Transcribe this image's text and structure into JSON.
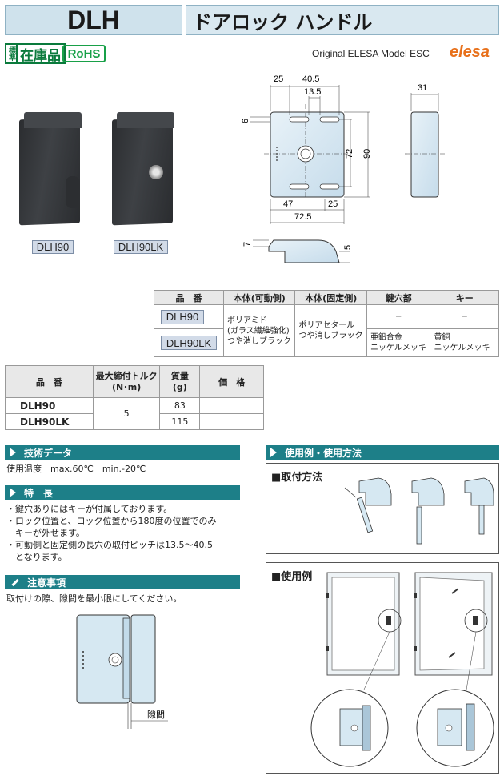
{
  "header": {
    "code": "DLH",
    "title": "ドアロック ハンドル",
    "stock_small": "標準",
    "stock_label": "在庫品",
    "rohs": "RoHS",
    "original_text": "Original ELESA Model ESC",
    "brand": "elesa"
  },
  "photos": [
    {
      "label": "DLH90"
    },
    {
      "label": "DLH90LK"
    }
  ],
  "dimensions": {
    "top": [
      "25",
      "40.5",
      "13.5"
    ],
    "side_top": "31",
    "left": "6",
    "right": [
      "72",
      "90"
    ],
    "bottom": [
      "47",
      "25",
      "72.5"
    ],
    "profile": [
      "7",
      "5"
    ]
  },
  "material_table": {
    "headers": [
      "品　番",
      "本体(可動側)",
      "本体(固定側)",
      "鍵穴部",
      "キー"
    ],
    "rows": [
      {
        "code": "DLH90",
        "movable": "ポリアミド\n(ガラス繊維強化)\nつや消しブラック",
        "fixed": "ポリアセタール\nつや消しブラック",
        "keyhole": "−",
        "key": "−"
      },
      {
        "code": "DLH90LK",
        "keyhole": "亜鉛合金\nニッケルメッキ",
        "key": "黄銅\nニッケルメッキ"
      }
    ]
  },
  "spec_table": {
    "headers": [
      "品　番",
      "最大締付トルク\n(N･m)",
      "質量\n(g)",
      "価　格"
    ],
    "rows": [
      {
        "code": "DLH90",
        "torque": "5",
        "mass": "83",
        "price": ""
      },
      {
        "code": "DLH90LK",
        "torque": "",
        "mass": "115",
        "price": ""
      }
    ]
  },
  "sections": {
    "tech": {
      "title": "技術データ",
      "text": "使用温度　max.60℃　min.-20℃"
    },
    "features": {
      "title": "特　長",
      "items": [
        "・鍵穴ありにはキーが付属しております。",
        "・ロック位置と、ロック位置から180度の位置でのみ",
        "　キーが外せます。",
        "・可動側と固定側の長穴の取付ピッチは13.5〜40.5",
        "　となります。"
      ]
    },
    "caution": {
      "title": "注意事項",
      "text": "取付けの際、隙間を最小限にしてください。",
      "gap_label": "隙間"
    },
    "usage": {
      "title": "使用例・使用方法",
      "mount_title": "■取付方法",
      "example_title": "■使用例"
    }
  }
}
